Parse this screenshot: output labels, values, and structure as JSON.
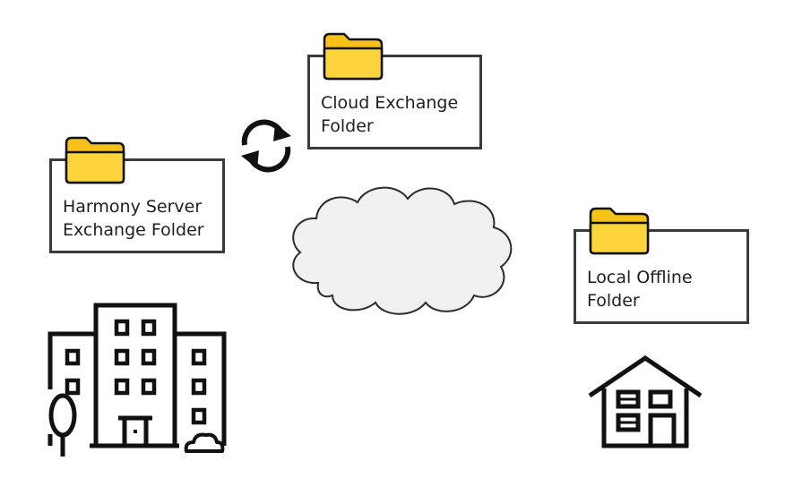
{
  "nodes": {
    "cloud_folder": {
      "line1": "Cloud Exchange",
      "line2": "Folder"
    },
    "harmony_folder": {
      "line1": "Harmony Server",
      "line2": "Exchange Folder"
    },
    "local_folder": {
      "line1": "Local Offline",
      "line2": "Folder"
    }
  },
  "icons": {
    "folder": "folder-icon",
    "sync": "sync-arrows-icon",
    "cloud": "cloud-icon",
    "office": "office-building-icon",
    "house": "house-icon",
    "tree": "tree-icon",
    "bush": "bush-icon"
  },
  "colors": {
    "folder_fill": "#fcd43b",
    "folder_tab": "#f6c21a",
    "outline": "#111111",
    "box_border": "#3b3b3b",
    "cloud_fill": "#f0f0f0",
    "cloud_stroke": "#2b2b2b"
  }
}
